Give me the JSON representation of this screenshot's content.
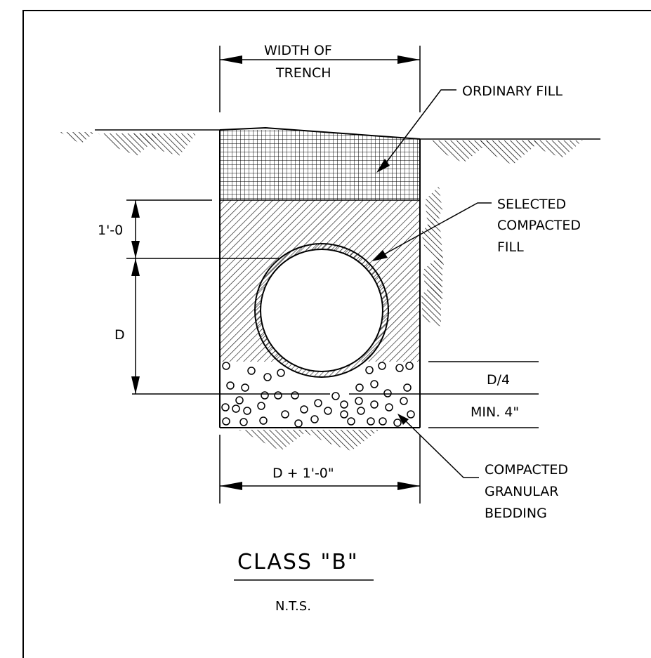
{
  "labels": {
    "width_of_trench_1": "WIDTH OF",
    "width_of_trench_2": "TRENCH",
    "ordinary_fill": "ORDINARY FILL",
    "selected_1": "SELECTED",
    "selected_2": "COMPACTED",
    "selected_3": "FILL",
    "one_foot": "1'-0",
    "d": "D",
    "d_over_4": "D/4",
    "min_4": "MIN. 4\"",
    "d_plus": "D + 1'-0\"",
    "bedding_1": "COMPACTED",
    "bedding_2": "GRANULAR",
    "bedding_3": "BEDDING",
    "title": "CLASS \"B\"",
    "scale": "N.T.S."
  }
}
